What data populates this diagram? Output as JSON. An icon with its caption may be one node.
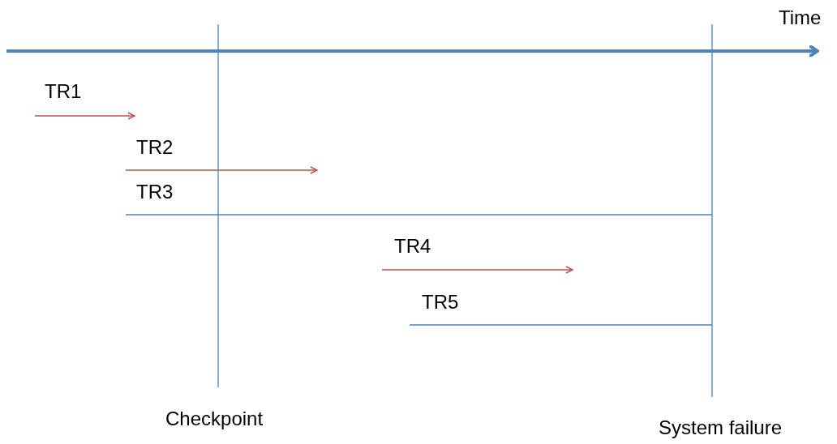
{
  "diagram": {
    "labels": [
      "Time",
      "TR1",
      "TR2",
      "TR3",
      "TR4",
      "TR5",
      "Checkpoint",
      "System failure"
    ]
  }
}
